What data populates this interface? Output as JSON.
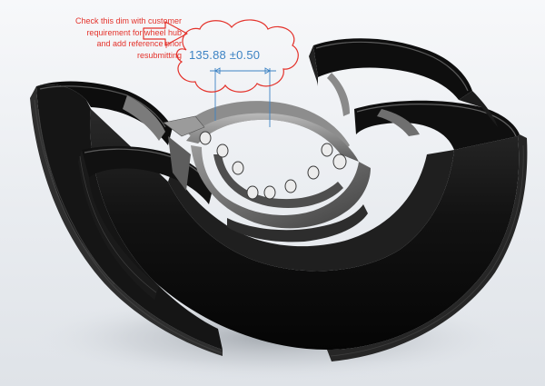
{
  "markup": {
    "note_lines": [
      "Check this dim with customer",
      "requirement for wheel hub",
      "and add reference prior",
      "resubmitting"
    ],
    "color": "#e4322b"
  },
  "dimension": {
    "value": "135.88 ±0.50",
    "color": "#3d83c4"
  },
  "icons": {
    "callout_arrow": "arrow-right-icon",
    "revision_cloud": "cloud-icon"
  }
}
